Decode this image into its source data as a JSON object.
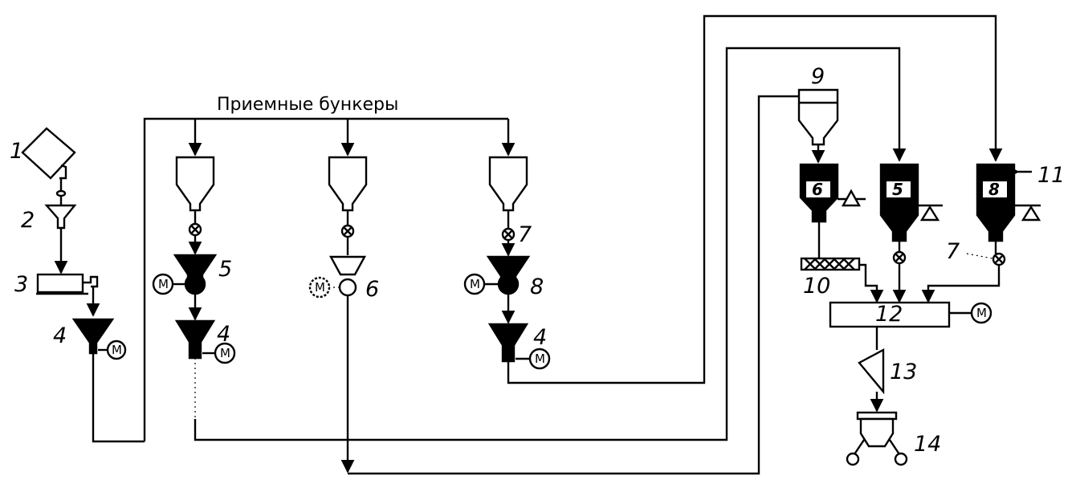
{
  "title": "Приемные бункеры",
  "labels": {
    "n1": "1",
    "n2": "2",
    "n3": "3",
    "n4a": "4",
    "n4b": "4",
    "n4c": "4",
    "n5a": "5",
    "n5b": "5",
    "n6a": "6",
    "n6b": "6",
    "n7a": "7",
    "n7b": "7",
    "n8a": "8",
    "n8b": "8",
    "n9": "9",
    "n10": "10",
    "n11": "11",
    "n12": "12",
    "n13": "13",
    "n14": "14"
  },
  "motor": "M"
}
